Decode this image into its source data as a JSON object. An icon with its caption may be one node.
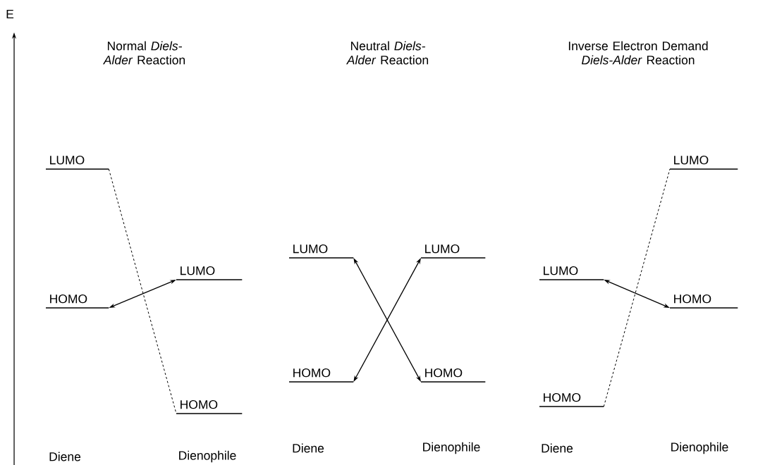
{
  "diagram": {
    "nodes": [
      {
        "text": [
          "LUMO"
        ]
      },
      {
        "text": [
          "HOMO"
        ]
      },
      {
        "text": [
          "LUMO"
        ]
      },
      {
        "text": [
          "HOMO"
        ]
      },
      {
        "text": [
          "LUMO"
        ]
      },
      {
        "text": [
          "HOMO"
        ]
      },
      {
        "text": [
          "LUMO"
        ]
      },
      {
        "text": [
          "HOMO"
        ]
      },
      {
        "text": [
          "LUMO"
        ]
      },
      {
        "text": [
          "HOMO"
        ]
      },
      {
        "text": [
          "LUMO"
        ]
      },
      {
        "text": [
          "HOMO"
        ]
      }
    ],
    "edges": [
      {
        "from": 0,
        "to": 3,
        "arrow": "none",
        "style": "dashed"
      },
      {
        "from": 1,
        "to": 2,
        "arrow": "both"
      },
      {
        "from": 4,
        "to": 7,
        "arrow": "both"
      },
      {
        "from": 5,
        "to": 6,
        "arrow": "both"
      },
      {
        "from": 8,
        "to": 11,
        "arrow": "both"
      },
      {
        "from": 9,
        "to": 10,
        "arrow": "none",
        "style": "dashed"
      }
    ],
    "labels": [
      "E",
      "Normal *Diels-Alder* Reaction",
      "Neutral *Diels-Alder* Reaction",
      "Inverse Electron Demand *Diels-Alder* Reaction",
      "Diene",
      "Dienophile",
      "Diene",
      "Dienophile",
      "Diene",
      "Dienophile"
    ]
  }
}
